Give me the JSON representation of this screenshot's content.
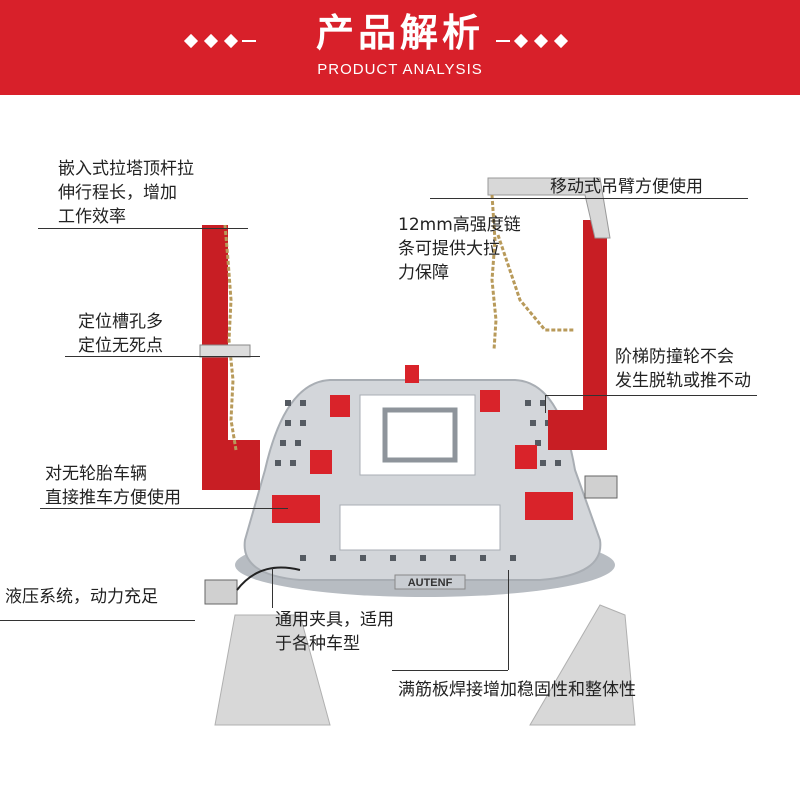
{
  "header": {
    "title": "产品解析",
    "subtitle": "PRODUCT ANALYSIS"
  },
  "colors": {
    "brand_red": "#d8202a",
    "frame_gray": "#c9cdd2",
    "tower_red": "#c81e24"
  },
  "callouts": [
    {
      "id": "tower",
      "text": "嵌入式拉塔顶杆拉\n伸行程长，增加\n工作效率"
    },
    {
      "id": "arm",
      "text": "移动式吊臂方便使用"
    },
    {
      "id": "chain",
      "text": "12mm高强度链\n条可提供大拉\n力保障"
    },
    {
      "id": "slot",
      "text": "定位槽孔多\n定位无死点"
    },
    {
      "id": "wheel",
      "text": "阶梯防撞轮不会\n发生脱轨或推不动"
    },
    {
      "id": "tire",
      "text": "对无轮胎车辆\n直接推车方便使用"
    },
    {
      "id": "hydraulic",
      "text": "液压系统，动力充足"
    },
    {
      "id": "clamp",
      "text": "通用夹具，适用\n于各种车型"
    },
    {
      "id": "weld",
      "text": "满筋板焊接增加稳固性和整体性"
    }
  ],
  "product": {
    "brand_plate": "AUTENF"
  }
}
